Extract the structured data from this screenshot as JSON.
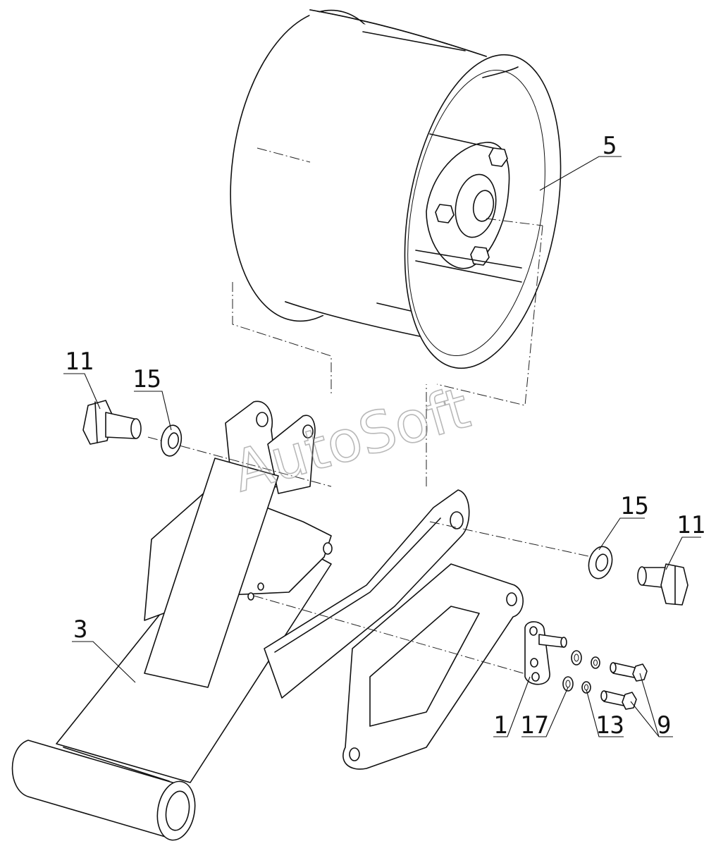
{
  "watermark": "AutoSoft",
  "callouts": {
    "c1": "1",
    "c3": "3",
    "c5": "5",
    "c9": "9",
    "c11a": "11",
    "c11b": "11",
    "c13": "13",
    "c15a": "15",
    "c15b": "15",
    "c17": "17"
  }
}
